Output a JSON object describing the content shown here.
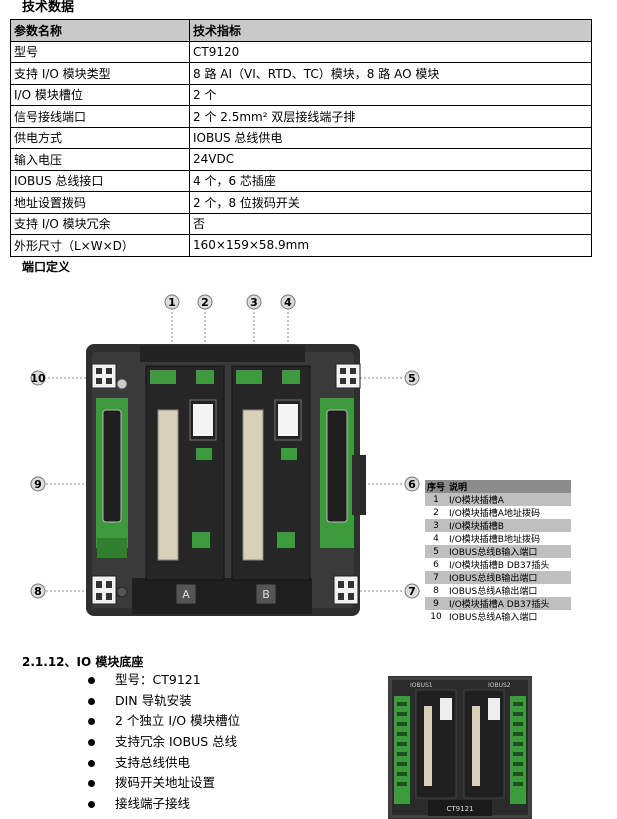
{
  "tech_heading": "技术数据",
  "spec_table": {
    "headers": [
      "参数名称",
      "技术指标"
    ],
    "rows": [
      [
        "型号",
        "CT9120"
      ],
      [
        "支持 I/O 模块类型",
        "8 路 AI（VI、RTD、TC）模块，8 路 AO 模块"
      ],
      [
        "I/O 模块槽位",
        "2 个"
      ],
      [
        "信号接线端口",
        "2 个 2.5mm² 双层接线端子排"
      ],
      [
        "供电方式",
        "IOBUS 总线供电"
      ],
      [
        "输入电压",
        "24VDC"
      ],
      [
        "IOBUS 总线接口",
        "4 个，6 芯插座"
      ],
      [
        "地址设置拨码",
        "2 个，8 位拨码开关"
      ],
      [
        "支持 I/O 模块冗余",
        "否"
      ],
      [
        "外形尺寸（L×W×D）",
        "160×159×58.9mm"
      ]
    ]
  },
  "port_heading": "端口定义",
  "callouts": [
    "1",
    "2",
    "3",
    "4",
    "5",
    "6",
    "7",
    "8",
    "9",
    "10"
  ],
  "slot_letters": [
    "A",
    "B"
  ],
  "legend": {
    "headers": [
      "序号",
      "说明"
    ],
    "rows": [
      [
        "1",
        "I/O模块插槽A"
      ],
      [
        "2",
        "I/O模块插槽A地址拨码"
      ],
      [
        "3",
        "I/O模块插槽B"
      ],
      [
        "4",
        "I/O模块插槽B地址拨码"
      ],
      [
        "5",
        "IOBUS总线B输入端口"
      ],
      [
        "6",
        "I/O模块插槽B  DB37插头"
      ],
      [
        "7",
        "IOBUS总线B输出端口"
      ],
      [
        "8",
        "IOBUS总线A输出端口"
      ],
      [
        "9",
        "I/O模块插槽A  DB37插头"
      ],
      [
        "10",
        "IOBUS总线A输入端口"
      ]
    ]
  },
  "section_heading": "2.1.12、IO 模块底座",
  "features": [
    "型号：CT9121",
    "DIN 导轨安装",
    "2 个独立 I/O 模块槽位",
    "支持冗余 IOBUS 总线",
    "支持总线供电",
    "拨码开关地址设置",
    "接线端子接线"
  ],
  "photo_labels": {
    "left": "IOBUS1",
    "right": "IOBUS2",
    "model": "CT9121"
  },
  "colors": {
    "pcb_green": "#3d9a3d",
    "housing": "#2e2e2e",
    "header_gray": "#c9c9c9"
  }
}
